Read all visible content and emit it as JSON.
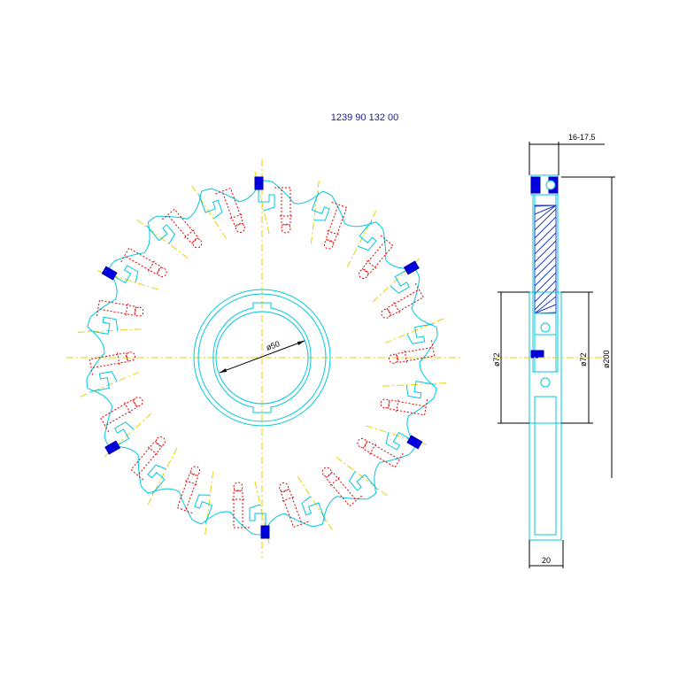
{
  "drawing": {
    "title": "1239 90 132 00",
    "front_view": {
      "bore_label": "ø50",
      "teeth_count": 18
    },
    "side_view": {
      "width_range_label": "16-17.5",
      "hub_diameter_left_label": "ø72",
      "hub_diameter_right_label": "ø72",
      "outer_diameter_label": "ø200",
      "hub_width_label": "20"
    },
    "colors": {
      "outline": "#00c8dc",
      "centerline": "#e6d200",
      "hidden_screw": "#e00000",
      "insert": "#0000dd",
      "title": "#1a1aa0"
    }
  }
}
